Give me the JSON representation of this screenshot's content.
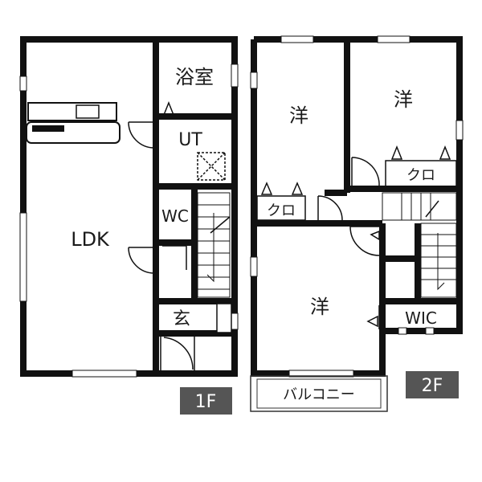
{
  "floor_1": {
    "tag": "1F",
    "rooms": {
      "bathroom": "浴室",
      "utility": "UT",
      "ldk": "LDK",
      "toilet": "WC",
      "entrance": "玄"
    }
  },
  "floor_2": {
    "tag": "2F",
    "rooms": {
      "western_room_a": "洋",
      "western_room_b": "洋",
      "western_room_c": "洋",
      "closet_a": "クロ",
      "closet_b": "クロ",
      "walk_in_closet": "WIC",
      "balcony": "バルコニー"
    }
  },
  "colors": {
    "wall": "#111111",
    "window": "#ffffff",
    "tag_bg": "#555555",
    "tag_text": "#ffffff",
    "line": "#333333"
  }
}
